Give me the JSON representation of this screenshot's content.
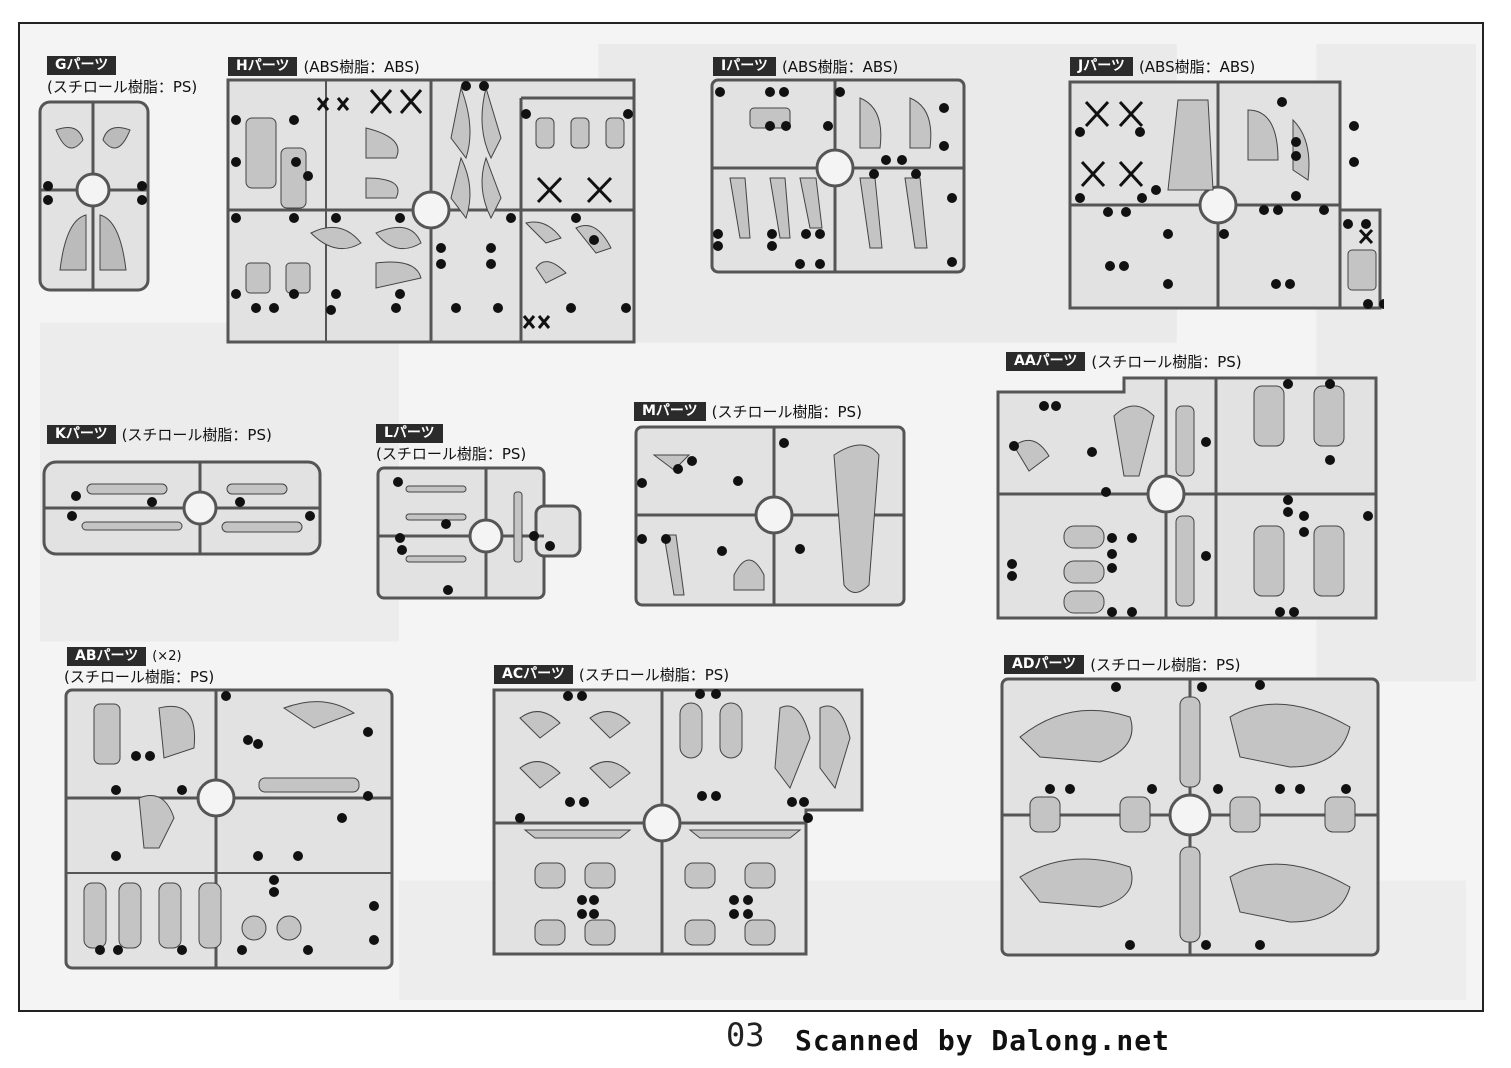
{
  "page_number": "03",
  "credit": "Scanned by Dalong.net",
  "sections": {
    "G": {
      "tag": "Gパーツ",
      "material": "(スチロール樹脂：PS)"
    },
    "H": {
      "tag": "Hパーツ",
      "material": "(ABS樹脂：ABS)"
    },
    "I": {
      "tag": "Iパーツ",
      "material": "(ABS樹脂：ABS)"
    },
    "J": {
      "tag": "Jパーツ",
      "material": "(ABS樹脂：ABS)"
    },
    "K": {
      "tag": "Kパーツ",
      "material": "(スチロール樹脂：PS)"
    },
    "L": {
      "tag": "Lパーツ",
      "material": "(スチロール樹脂：PS)"
    },
    "M": {
      "tag": "Mパーツ",
      "material": "(スチロール樹脂：PS)"
    },
    "AA": {
      "tag": "AAパーツ",
      "material": "(スチロール樹脂：PS)"
    },
    "AB": {
      "tag": "ABパーツ",
      "qty": "(×2)",
      "material": "(スチロール樹脂：PS)"
    },
    "AC": {
      "tag": "ACパーツ",
      "material": "(スチロール樹脂：PS)"
    },
    "AD": {
      "tag": "ADパーツ",
      "material": "(スチロール樹脂：PS)"
    }
  },
  "colors": {
    "tag_bg": "#2b2b2b",
    "runner_fill": "#d8d8d8",
    "runner_stroke": "#555555",
    "marker": "#111111"
  }
}
